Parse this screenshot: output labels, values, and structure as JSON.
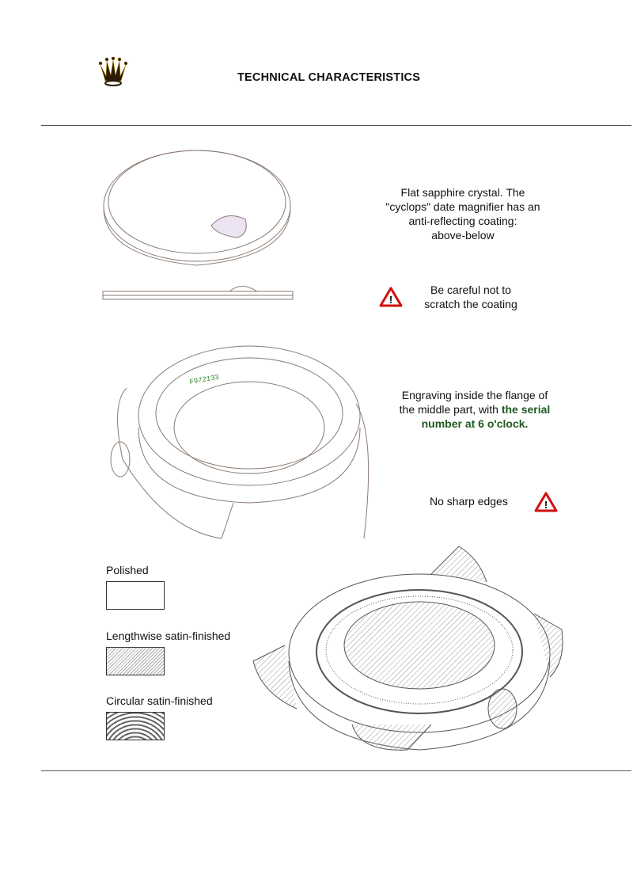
{
  "header": {
    "logo": "rolex-crown-logo",
    "title": "TECHNICAL  CHARACTERISTICS"
  },
  "crystal": {
    "caption_lines": [
      "Flat sapphire crystal. The",
      "\"cyclops\" date magnifier has an",
      "anti-reflecting coating:",
      "above-below"
    ]
  },
  "warning_coating": {
    "icon": "warning-triangle-icon",
    "lines": [
      "Be careful not to",
      "scratch the coating"
    ]
  },
  "engraving": {
    "line1": "Engraving inside the flange of",
    "line2_plain": "the middle part, with ",
    "line2_green": "the serial",
    "line3_green": "number at 6 o'clock.",
    "serial": "F972133",
    "color_highlight": "#1f5a1f"
  },
  "warning_edges": {
    "icon": "warning-triangle-icon",
    "text": "No sharp edges"
  },
  "finish_legend": [
    {
      "label": "Polished"
    },
    {
      "label": "Lengthwise satin-finished"
    },
    {
      "label": "Circular satin-finished"
    }
  ]
}
